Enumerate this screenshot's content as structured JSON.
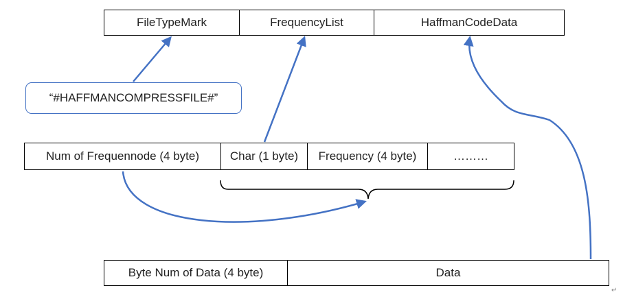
{
  "header_fields": {
    "file_type_mark": "FileTypeMark",
    "frequency_list": "FrequencyList",
    "haffman_code_data": "HaffmanCodeData"
  },
  "magic_string": "“#HAFFMANCOMPRESSFILE#”",
  "frequency_fields": {
    "num_nodes": "Num of Frequennode (4 byte)",
    "char": "Char (1 byte)",
    "frequency": "Frequency (4 byte)",
    "ellipsis": "………"
  },
  "data_fields": {
    "byte_num": "Byte Num of Data (4 byte)",
    "data": "Data"
  },
  "colors": {
    "connector": "#4472C4",
    "border": "#000000",
    "text": "#222222"
  },
  "paragraph_mark": "↵"
}
